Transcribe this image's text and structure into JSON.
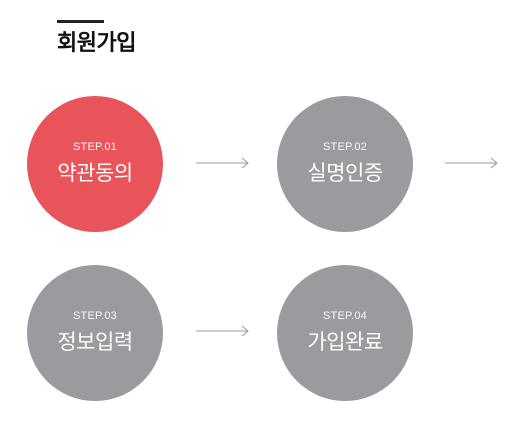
{
  "header": {
    "title": "회원가입"
  },
  "steps": [
    {
      "number": "STEP.01",
      "label": "약관동의",
      "state": "active"
    },
    {
      "number": "STEP.02",
      "label": "실명인증",
      "state": "inactive"
    },
    {
      "number": "STEP.03",
      "label": "정보입력",
      "state": "inactive"
    },
    {
      "number": "STEP.04",
      "label": "가입완료",
      "state": "inactive"
    }
  ],
  "colors": {
    "active": "#e8545a",
    "inactive": "#999b9f",
    "title_bar": "#222222",
    "arrow": "#9a9a9a"
  },
  "icons": {
    "connector": "arrow-right-icon"
  }
}
